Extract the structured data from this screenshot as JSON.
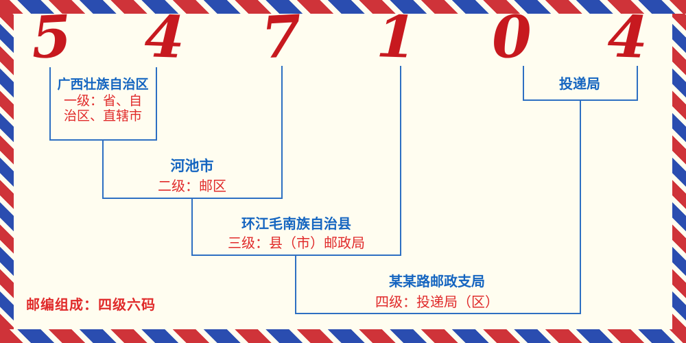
{
  "postal_code": {
    "digits": [
      "5",
      "4",
      "7",
      "1",
      "0",
      "4"
    ]
  },
  "levels": [
    {
      "name": "广西壮族自治区",
      "desc_line1": "一级：省、自",
      "desc_line2": "治区、直辖市"
    },
    {
      "name": "河池市",
      "desc": "二级：邮区"
    },
    {
      "name": "环江毛南族自治县",
      "desc": "三级：县（市）邮政局"
    },
    {
      "name": "某某路邮政支局",
      "desc": "四级：投递局（区）"
    }
  ],
  "delivery_office": {
    "label": "投递局"
  },
  "footer": {
    "note": "邮编组成：四级六码"
  },
  "colors": {
    "background": "#fffdf0",
    "digit_red": "#c7191f",
    "label_blue": "#1565c0",
    "desc_red": "#e02a2a",
    "line_blue": "#2d6fc2",
    "stripe_red": "#cf3339",
    "stripe_blue": "#2a4db0"
  }
}
